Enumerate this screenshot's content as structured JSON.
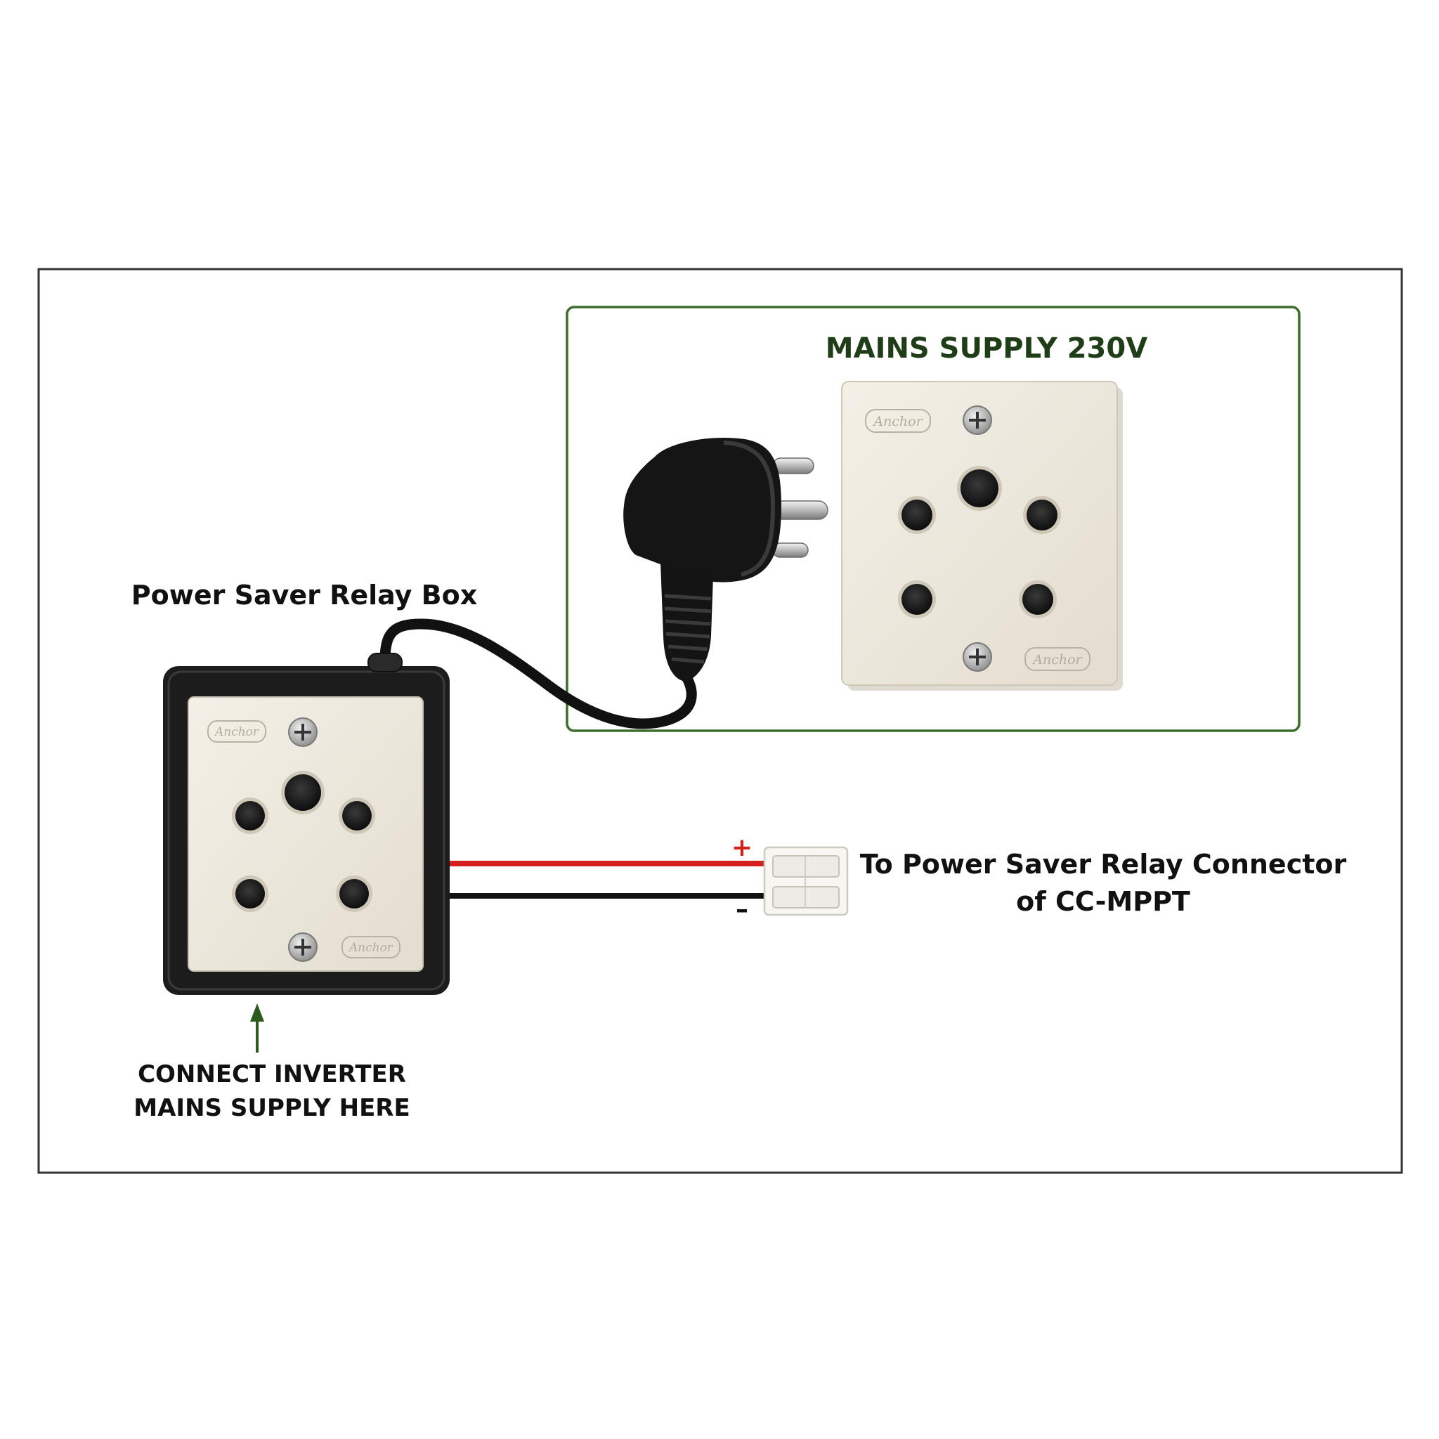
{
  "diagram": {
    "mains_title": "MAINS SUPPLY 230V",
    "relay_box_label": "Power Saver Relay Box",
    "connector_label_line1": "To Power Saver Relay Connector",
    "connector_label_line2": "of CC-MPPT",
    "inverter_label_line1": "CONNECT INVERTER",
    "inverter_label_line2": "MAINS SUPPLY HERE",
    "plus_sign": "+",
    "minus_sign": "–",
    "socket_brand": "Anchor"
  },
  "colors": {
    "frame_border": "#333333",
    "mains_border": "#3d6b2a",
    "mains_title": "#1f3d17",
    "arrow": "#2f5a1e",
    "socket_face": "#ece7dc",
    "relay_box_body": "#1c1c1c",
    "plug_body": "#151515",
    "wire_positive": "#d41f1f",
    "wire_negative": "#111111",
    "plus_sign": "#d41f1f"
  }
}
